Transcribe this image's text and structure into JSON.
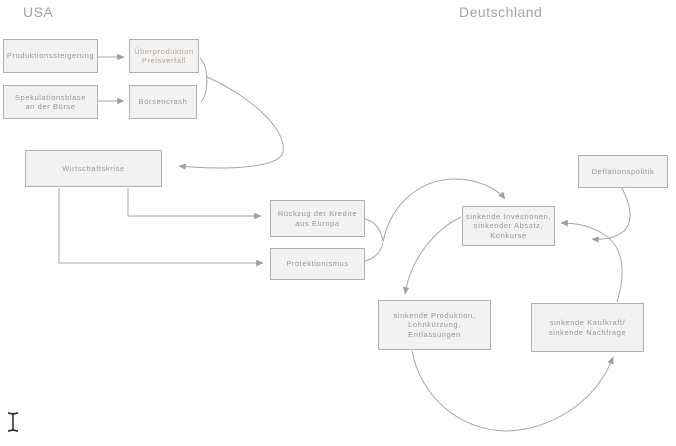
{
  "headings": {
    "usa": "USA",
    "germany": "Deutschland"
  },
  "boxes": {
    "produktionssteigerung": {
      "label": "Produktionssteigerung"
    },
    "ueberproduktion": {
      "label": "Überproduktion\nPreisverfall"
    },
    "spekulationsblase": {
      "label": "Spekulationsblase\nan der Börse"
    },
    "boersencrash": {
      "label": "Börsencrash"
    },
    "wirtschaftskrise": {
      "label": "Wirtschaftskrise"
    },
    "rueckzug_kredite": {
      "label": "Rückzug der Kredite\naus Europa"
    },
    "protektionismus": {
      "label": "Protektionismus"
    },
    "deflationspolitik": {
      "label": "Deflationspolitik"
    },
    "sinkende_investionen": {
      "label": "sinkende Investionen,\nsinkender Absatz,\nKonkurse"
    },
    "sinkende_produktion": {
      "label": "sinkende Produktion,\nLohnkürzung,\nEntlassungen"
    },
    "sinkende_kaufkraft": {
      "label": "sinkende Kaufkraft/\nsinkende Nachfrage"
    }
  },
  "colors": {
    "box_fill": "#f2f2f2",
    "box_border": "#b0b0b0",
    "box_text": "#969696",
    "highlight_box_text": "#b4a79b",
    "connector": "#a3a3a3",
    "heading_text": "#a3a3a3",
    "cursor": "#1a1a1a"
  },
  "icons": {
    "text_cursor": "text-insertion-ibeam-cursor"
  }
}
